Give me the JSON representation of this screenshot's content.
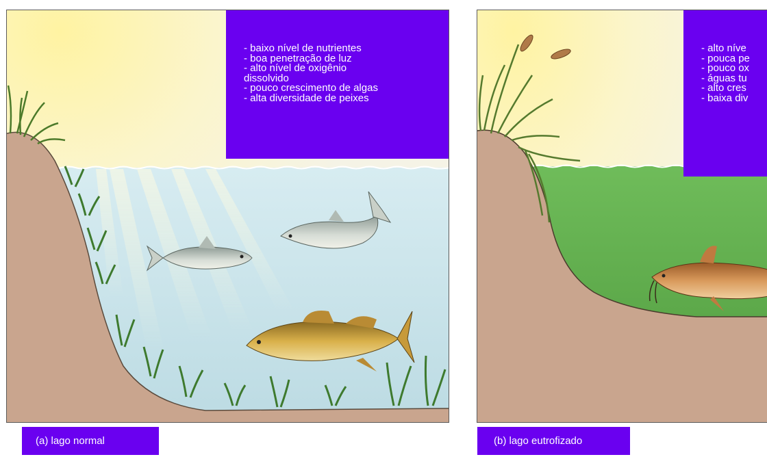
{
  "panel_a": {
    "info_text": "- baixo nível de nutrientes\n- boa penetração de luz\n- alto nível de oxigênio\ndissolvido\n- pouco crescimento de algas\n- alta diversidade de peixes",
    "caption": "(a) lago normal",
    "water_color": "#c9e3ea"
  },
  "panel_b": {
    "info_text": "- alto níve\n- pouca pe\n- pouco ox\n- águas tu\n- alto cres\n- baixa div",
    "caption": "(b) lago eutrofizado",
    "water_color": "#5fae4a"
  },
  "colors": {
    "label_bg": "#6a00f0",
    "label_text": "#ffffff",
    "sky": "#fbf7d8",
    "sun": "#fff2a0",
    "sediment": "#c9a58e"
  }
}
